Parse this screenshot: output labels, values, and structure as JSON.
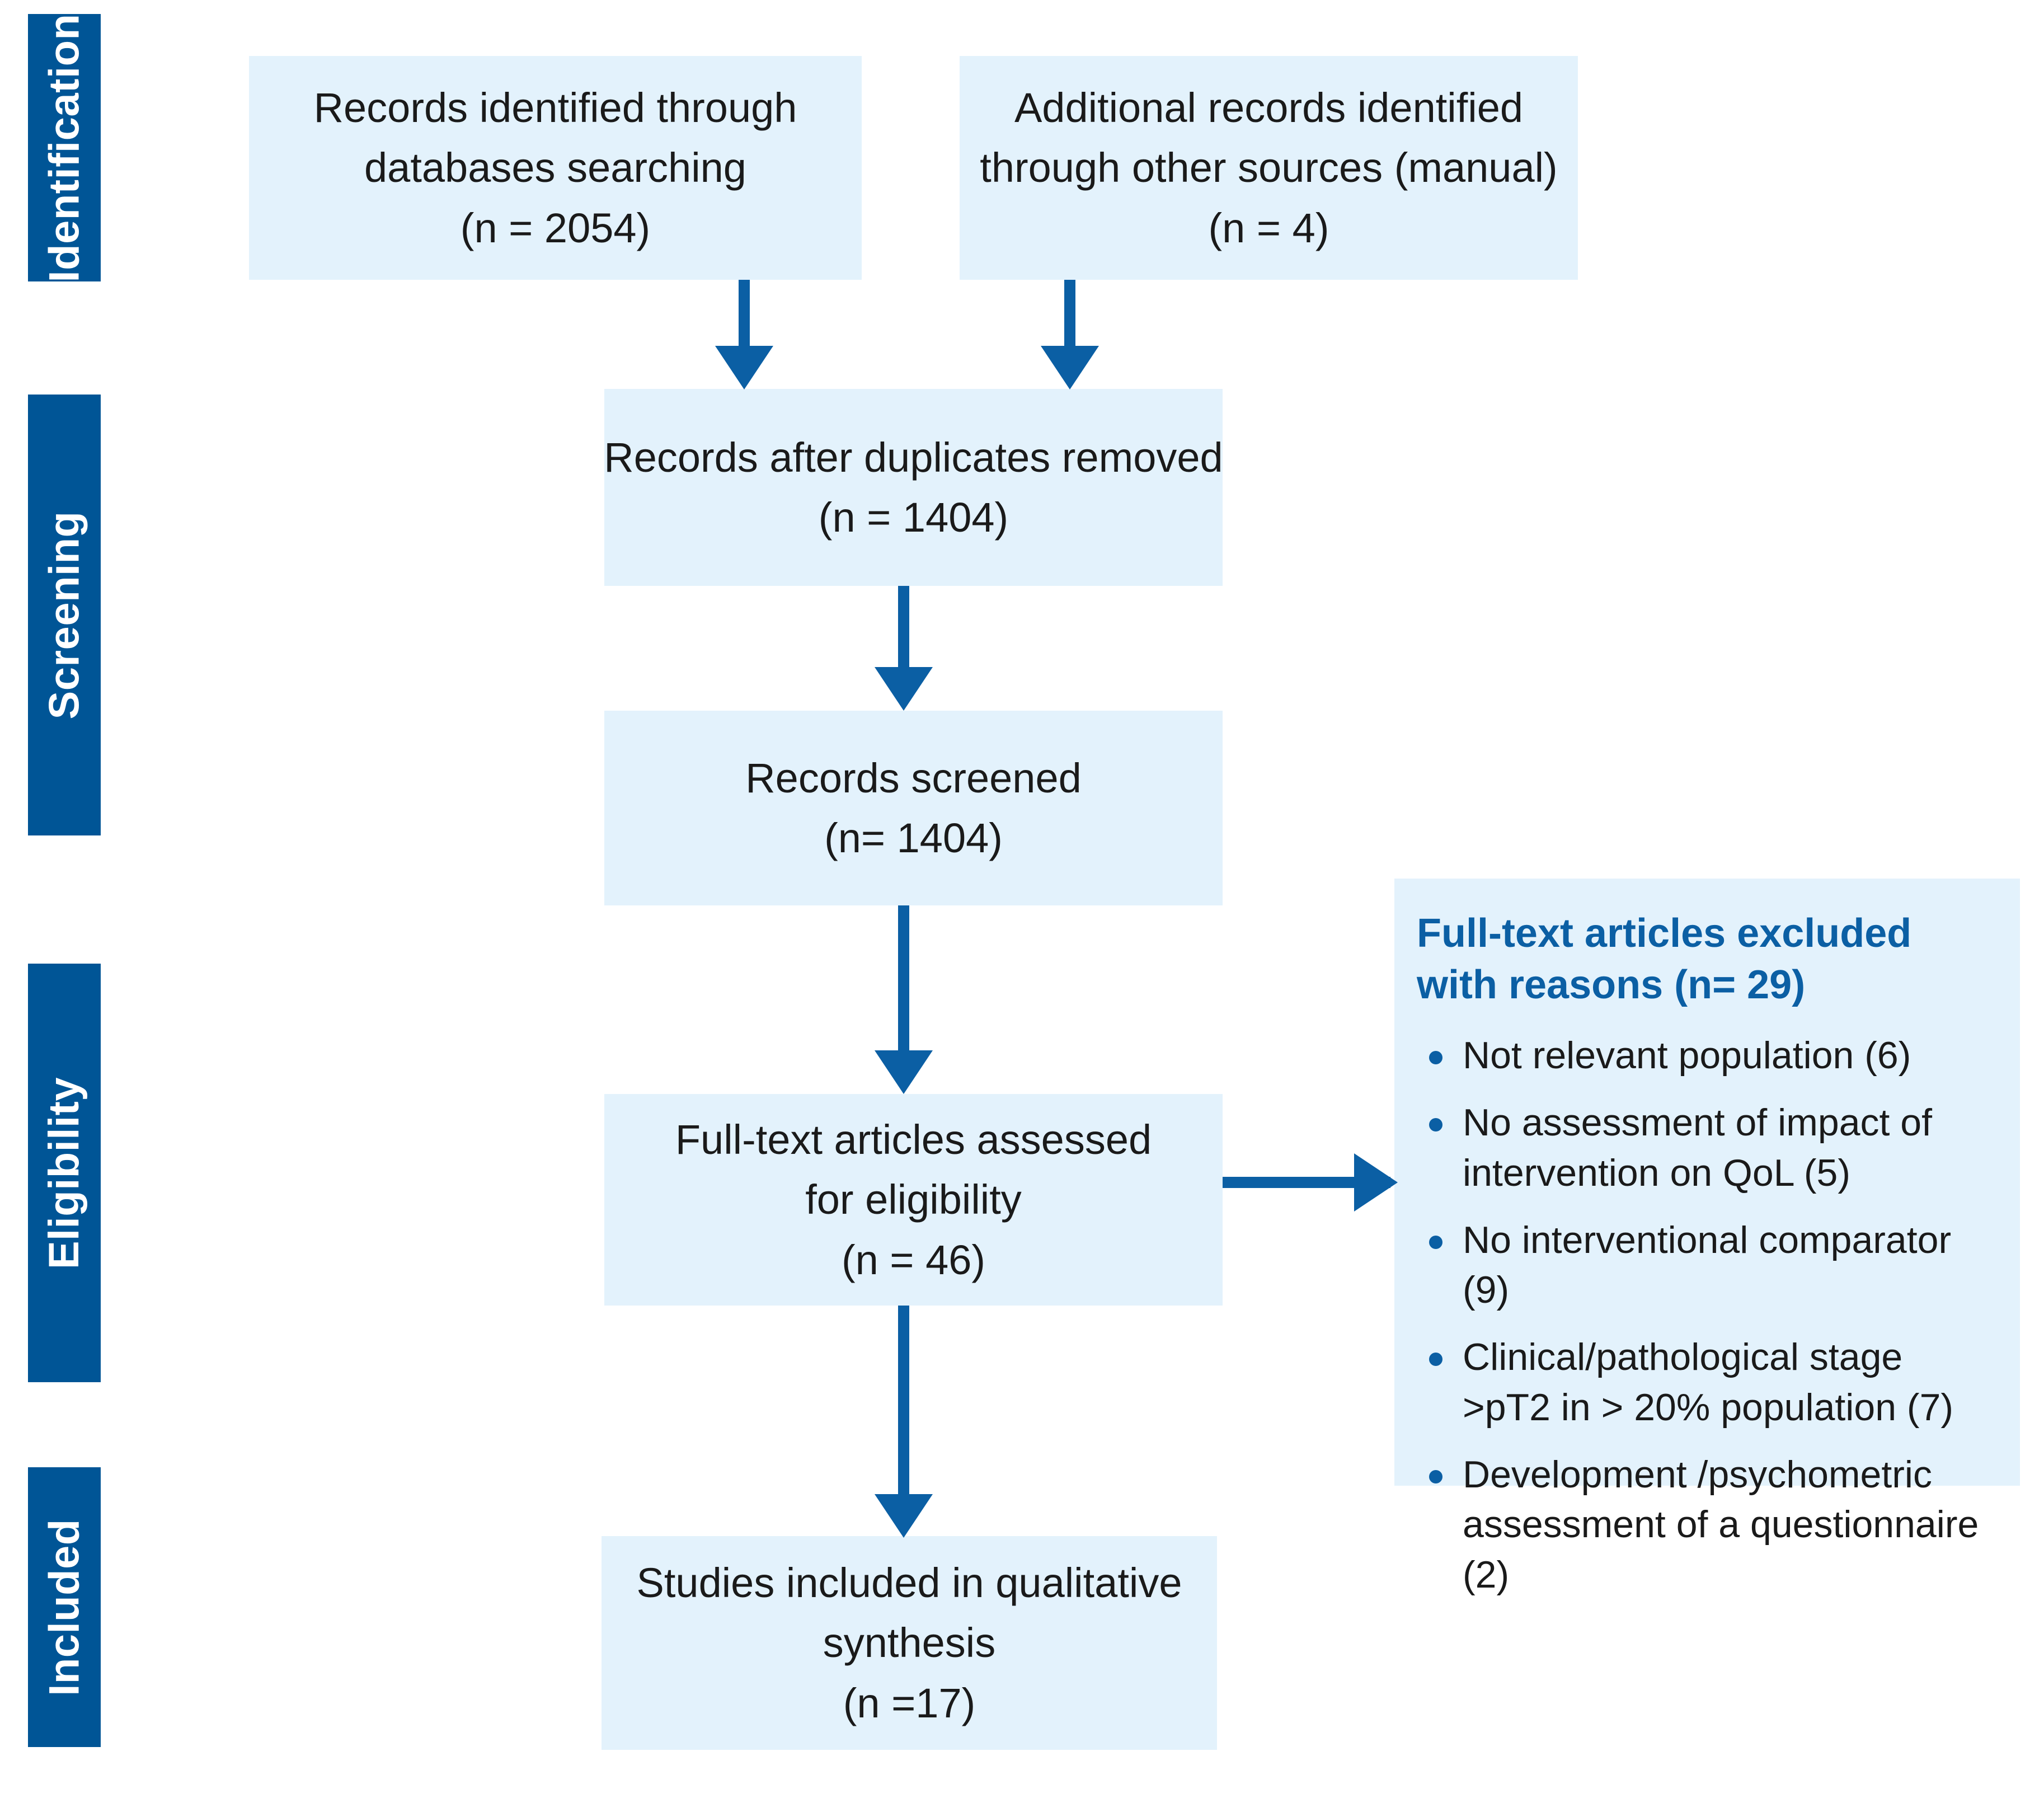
{
  "diagram": {
    "title": "PRISMA study selection flow diagram",
    "colors": {
      "stage_bar": "#005596",
      "box_fill": "#e3f2fc",
      "connector": "#0b5fa4",
      "heading_text": "#0b5fa4",
      "body_text": "#1a1a1a",
      "stage_label_text": "#ffffff"
    }
  },
  "stages": [
    {
      "id": "identification",
      "label": "Identification"
    },
    {
      "id": "screening",
      "label": "Screening"
    },
    {
      "id": "eligibility",
      "label": "Eligibility"
    },
    {
      "id": "included",
      "label": "Included"
    }
  ],
  "boxes": {
    "databases": {
      "line1": "Records identified through",
      "line2": "databases searching",
      "line3": "(n = 2054)",
      "count": 2054
    },
    "other_sources": {
      "line1": "Additional records identified",
      "line2": "through other sources (manual)",
      "line3": "(n = 4)",
      "count": 4
    },
    "duplicates_removed": {
      "line1": "Records after duplicates removed",
      "line2": "(n = 1404)",
      "count": 1404
    },
    "records_screened": {
      "line1": "Records screened",
      "line2": "(n= 1404)",
      "count": 1404
    },
    "fulltext_assessed": {
      "line1": "Full-text articles assessed",
      "line2": "for eligibility",
      "line3": "(n = 46)",
      "count": 46
    },
    "studies_included": {
      "line1": "Studies included in qualitative",
      "line2": "synthesis",
      "line3": "(n =17)",
      "count": 17
    }
  },
  "excluded": {
    "title": "Full-text articles excluded with reasons (n= 29)",
    "count": 29,
    "reasons": [
      {
        "text": "Not relevant population (6)",
        "n": 6
      },
      {
        "text": "No assessment of impact of intervention on QoL (5)",
        "n": 5
      },
      {
        "text": "No interventional comparator (9)",
        "n": 9
      },
      {
        "text": "Clinical/pathological stage >pT2 in > 20% population (7)",
        "n": 7
      },
      {
        "text": "Development /psychometric assessment of a questionnaire (2)",
        "n": 2
      }
    ]
  }
}
